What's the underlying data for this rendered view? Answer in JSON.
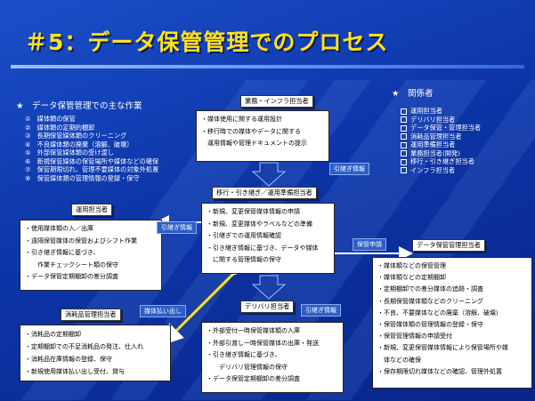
{
  "title": "＃5：データ保管管理でのプロセス",
  "main_work": {
    "heading": "★　データ保管管理での主な作業",
    "items": [
      "①　媒体類の保管",
      "②　媒体類の定期的棚卸",
      "③　長期保管媒体類のクリーニング",
      "④　不良媒体類の廃棄（溶解、破壊）",
      "⑤　外部保管媒体類の受け渡し",
      "⑥　新規保管媒体の保管場所や媒体などの確保",
      "⑦　保管期限切れ、管理不要媒体の対象外処置",
      "⑧　保管媒体類の管理情報の登録・保守"
    ]
  },
  "stakeholders": {
    "heading": "★　関係者",
    "items": [
      "運用担当者",
      "デリバリ担当者",
      "データ保管・管理担当者",
      "消耗品管理担当者",
      "運用準備担当者",
      "業務担当者(開発)",
      "移行・引き継ぎ担当者",
      "インフラ担当者"
    ]
  },
  "infra": {
    "label": "業務・インフラ担当者",
    "lines": [
      "・媒体使用に関する運用設計",
      "・移行時での媒体やデータに関する",
      "　運用情報や管理ドキュメントの提示"
    ]
  },
  "migration": {
    "label": "移行・引き継ぎ／運用準備担当者",
    "lines": [
      "・新規、変更保管媒体情報の申請",
      "・新規、変更媒体やラベルなどの準備",
      "・引継ぎでの運用情報確認",
      "・引き継ぎ情報に基づき、データや媒体",
      "　に関する管理情報の保守"
    ]
  },
  "ops": {
    "label": "運用担当者",
    "lines": [
      "・使用媒体類の入／出庫",
      "・遠隔保管媒体の保管およびシフト作業",
      "・引き継ぎ情報に基づき、",
      "　　作業チェックシート類の保守",
      "・データ保管定期棚卸の差分調査"
    ]
  },
  "consumables": {
    "label": "消耗品管理担当者",
    "lines": [
      "・消耗品の定期棚卸",
      "・定期棚卸での不足消耗品の発注、仕入れ",
      "・消耗品在庫情報の登録、保守",
      "・新規使用媒体払い出し受付、貸与"
    ]
  },
  "delivery": {
    "label": "デリバリ担当者",
    "lines": [
      "・外部受付一時保管媒体類の入庫",
      "・外部引渡し一時保管媒体の出庫・発送",
      "・引き継ぎ情報に基づき、",
      "　　デリバリ管理情報の保守",
      "・データ保管定期棚卸の差分調査"
    ]
  },
  "datamgr": {
    "label": "データ保管管理担当者",
    "lines": [
      "・媒体類などの保管管理",
      "・媒体類などの定期棚卸",
      "・定期棚卸での差分媒体の追跡・調査",
      "・長期保管媒体類などのクリーニング",
      "・不良、不要媒体などの廃棄（溶解、破壊）",
      "・保管媒体類の管理情報の登録・保守",
      "・保管管理情報の申請受付",
      "・新規、変更保管媒体情報により保管場所や媒",
      "　体などの確保",
      "・保存期限切れ媒体などの確認、管理外処置"
    ]
  },
  "tags": {
    "hikitsugi_1": "引継ぎ情報",
    "hikitsugi_2": "引継ぎ情報",
    "hikitsugi_3": "引継ぎ情報",
    "hokan_shinsei": "保管申請",
    "baitai_haraidashi": "媒体払い出し"
  }
}
